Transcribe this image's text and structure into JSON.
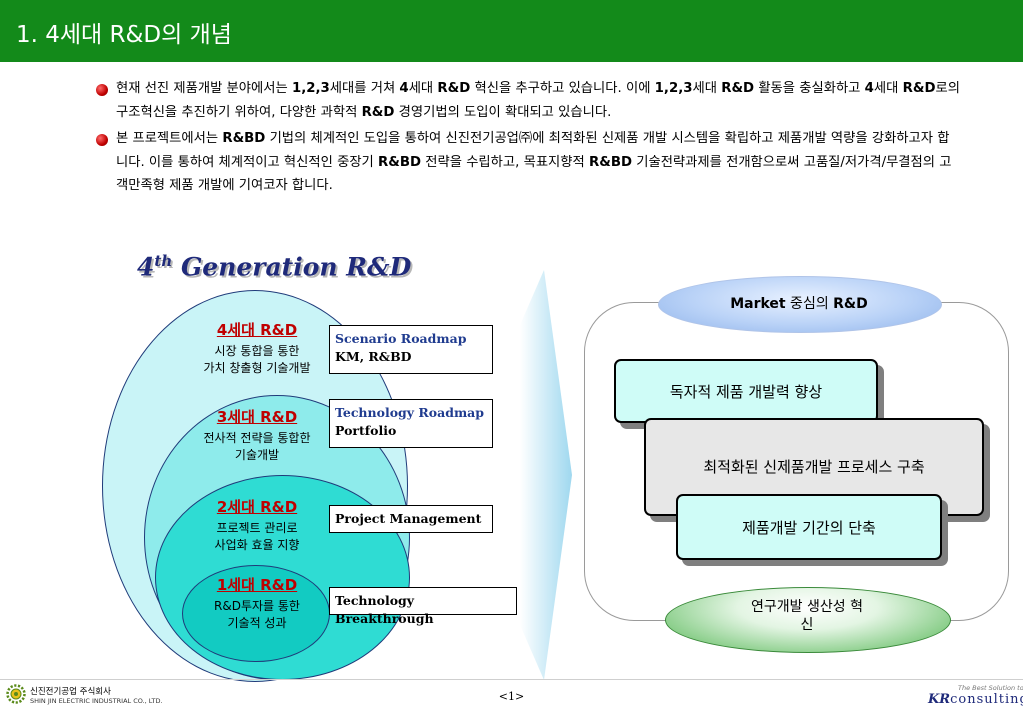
{
  "header": {
    "title": "1. 4세대 R&D의 개념"
  },
  "intro": {
    "bullet1": [
      {
        "t": "현재 선진 제품개발 분야에서는 ",
        "b": false
      },
      {
        "t": "1,2,3",
        "b": true
      },
      {
        "t": "세대를 거쳐  ",
        "b": false
      },
      {
        "t": "4",
        "b": true
      },
      {
        "t": "세대 ",
        "b": false
      },
      {
        "t": "R&D",
        "b": true
      },
      {
        "t": " 혁신을 추구하고 있습니다. 이에 ",
        "b": false
      },
      {
        "t": "1,2,3",
        "b": true
      },
      {
        "t": "세대 ",
        "b": false
      },
      {
        "t": "R&D",
        "b": true
      },
      {
        "t": " 활동을 충실화하고 ",
        "b": false
      },
      {
        "t": "4",
        "b": true
      },
      {
        "t": "세대 ",
        "b": false
      },
      {
        "t": "R&D",
        "b": true
      },
      {
        "t": "로의 구조혁신을 추진하기 위하여, 다양한 과학적 ",
        "b": false
      },
      {
        "t": "R&D",
        "b": true
      },
      {
        "t": " 경영기법의 도입이 확대되고 있습니다.",
        "b": false
      }
    ],
    "bullet2": [
      {
        "t": "본 프로젝트에서는 ",
        "b": false
      },
      {
        "t": "R&BD",
        "b": true
      },
      {
        "t": " 기법의 체계적인 도입을 통하여 신진전기공업㈜에 최적화된 신제품 개발 시스템을 확립하고 제품개발 역량을 강화하고자 합니다. 이를 통하여 체계적이고 혁신적인 중장기 ",
        "b": false
      },
      {
        "t": "R&BD",
        "b": true
      },
      {
        "t": " 전략을 수립하고, 목표지향적 ",
        "b": false
      },
      {
        "t": "R&BD",
        "b": true
      },
      {
        "t": " 기술전략과제를 전개함으로써 고품질/저가격/무결점의 고객만족형 제품 개발에 기여코자 합니다.",
        "b": false
      }
    ]
  },
  "generations": {
    "heading_num": "4",
    "heading_sup": "th",
    "heading_rest": " Generation R&D",
    "gen4": {
      "title": "4세대 R&D",
      "line1": "시장 통합을 통한",
      "line2": "가치 창출형 기술개발"
    },
    "gen3": {
      "title": "3세대 R&D",
      "line1": "전사적 전략을 통합한",
      "line2": "기술개발"
    },
    "gen2": {
      "title": "2세대 R&D",
      "line1": "프로젝트 관리로",
      "line2": "사업화 효율 지향"
    },
    "gen1": {
      "title": "1세대 R&D",
      "line1": "R&D투자를 통한",
      "line2": "기술적 성과"
    },
    "tags": {
      "gen4_line1": "Scenario Roadmap",
      "gen4_line2": "KM, R&BD",
      "gen3_line1": "Technology Roadmap",
      "gen3_line2": "Portfolio",
      "gen2": "Project Management",
      "gen1": "Technology Breakthrough"
    }
  },
  "right": {
    "market_en1": "Market",
    "market_ko": " 중심의 ",
    "market_en2": "R&D",
    "box1": "독자적 제품 개발력 향상",
    "box2": "최적화된 신제품개발 프로세스 구축",
    "box3": "제품개발 기간의 단축",
    "bottom_line1": "연구개발 생산성 혁",
    "bottom_line2": "신"
  },
  "footer": {
    "company_ko": "신진전기공업 주식회사",
    "company_en": "SHIN JIN ELECTRIC INDUSTRIAL CO., LTD.",
    "page": "<1>",
    "kr_tagline": "The Best Solution to You",
    "kr_mark": "KR",
    "kr_rest": "consulting"
  },
  "colors": {
    "header": "#138a1a",
    "accent_red": "#c00000",
    "title_blue": "#1f2a7a"
  }
}
